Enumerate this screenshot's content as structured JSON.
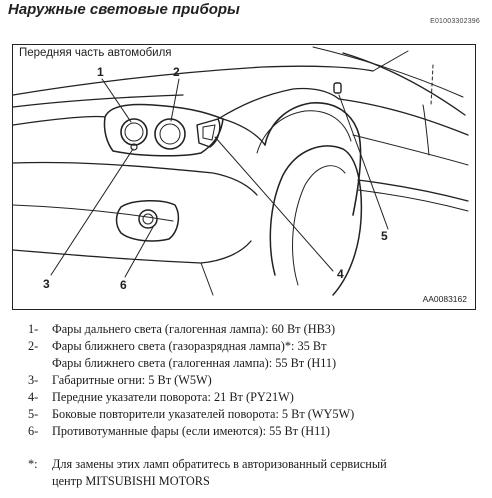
{
  "title": "Наружные световые приборы",
  "doc_code": "E01003302396",
  "figure": {
    "caption": "Передняя часть автомобиля",
    "code": "AA0083162",
    "callouts": [
      "1",
      "2",
      "3",
      "4",
      "5",
      "6"
    ]
  },
  "items": [
    {
      "num": "1-",
      "text": "Фары дальнего света (галогенная лампа): 60 Вт (HB3)"
    },
    {
      "num": "2-",
      "text": "Фары ближнего света (газоразрядная лампа)*: 35 Вт"
    },
    {
      "num": "",
      "text": "Фары ближнего света (галогенная лампа): 55 Вт (H11)"
    },
    {
      "num": "3-",
      "text": "Габаритные огни: 5 Вт (W5W)"
    },
    {
      "num": "4-",
      "text": "Передние указатели поворота: 21 Вт (PY21W)"
    },
    {
      "num": "5-",
      "text": "Боковые повторители указателей поворота: 5 Вт (WY5W)"
    },
    {
      "num": "6-",
      "text": "Противотуманные фары (если имеются): 55 Вт (H11)"
    }
  ],
  "note": {
    "mark": "*:",
    "line1": "Для замены этих ламп обратитесь в авторизованный сервисный",
    "line2": "центр MITSUBISHI MOTORS"
  }
}
